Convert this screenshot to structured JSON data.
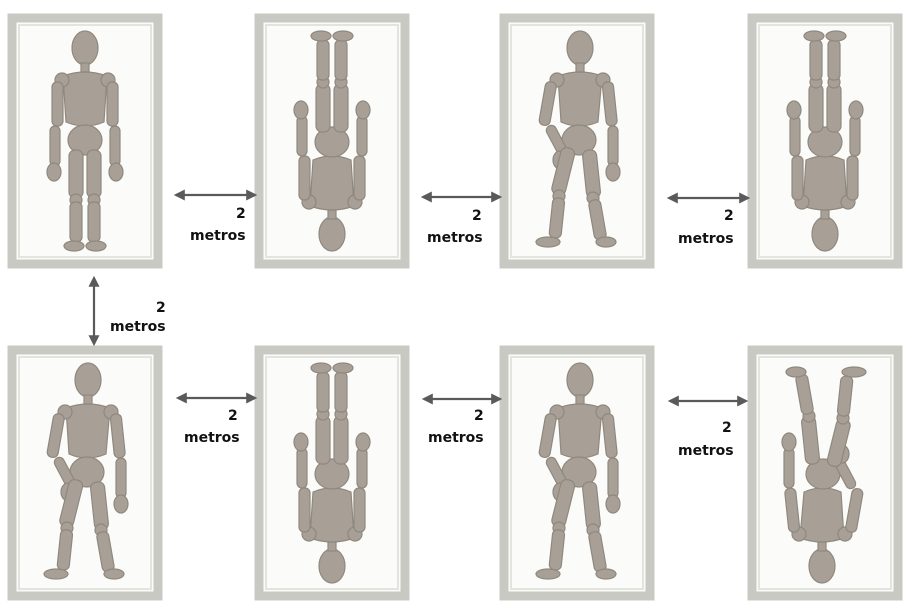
{
  "colors": {
    "figure": "#a8a096",
    "figure_shade": "#8f887f",
    "arrow": "#5a5a5a"
  },
  "panels": [
    {
      "row": 0,
      "col": 0,
      "pose": "standing",
      "orientation": "upright"
    },
    {
      "row": 0,
      "col": 1,
      "pose": "standing",
      "orientation": "inverted"
    },
    {
      "row": 0,
      "col": 2,
      "pose": "walking",
      "orientation": "upright"
    },
    {
      "row": 0,
      "col": 3,
      "pose": "standing",
      "orientation": "inverted"
    },
    {
      "row": 1,
      "col": 0,
      "pose": "walking",
      "orientation": "upright"
    },
    {
      "row": 1,
      "col": 1,
      "pose": "standing",
      "orientation": "inverted"
    },
    {
      "row": 1,
      "col": 2,
      "pose": "walking",
      "orientation": "upright"
    },
    {
      "row": 1,
      "col": 3,
      "pose": "walking",
      "orientation": "inverted"
    }
  ],
  "connectors": [
    {
      "num": "2",
      "unit": "metros"
    },
    {
      "num": "2",
      "unit": "metros"
    },
    {
      "num": "2",
      "unit": "metros"
    },
    {
      "num": "2",
      "unit": "metros"
    },
    {
      "num": "2",
      "unit": "metros"
    },
    {
      "num": "2",
      "unit": "metros"
    },
    {
      "num": "2",
      "unit": "metros"
    }
  ]
}
